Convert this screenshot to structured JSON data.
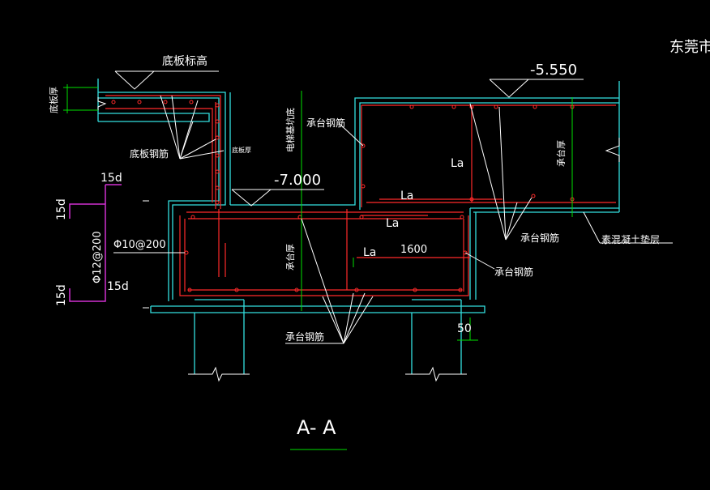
{
  "colors": {
    "background": "#000000",
    "text": "#ffffff",
    "outline_cyan": "#33e0e0",
    "rebar_red": "#ff2a2a",
    "dimension_green": "#00e000",
    "leader_white": "#ffffff",
    "bracket_magenta": "#d030d0"
  },
  "labels": {
    "company_partial": "东莞市",
    "base_slab_elevation": "底板标高",
    "elevation_top": "-5.550",
    "slab_thickness": "底板厚",
    "pile_cap_bottom": "电梯基坑底",
    "cap_rebar_1": "承台钢筋",
    "la_1": "La",
    "base_slab_rebar": "底板钢筋",
    "slab_thickness_small": "底板厚",
    "cap_thickness_right": "承台厚",
    "elevation_mid": "-7.000",
    "la_2": "La",
    "la_3": "La",
    "dim_15d_top": "15d",
    "dim_15d_left_top": "15d",
    "rebar_spec_side": "Φ10@200",
    "la_4": "La",
    "dim_1600": "1600",
    "rebar_spec_vertical": "Φ12@200",
    "dim_15d_mid": "15d",
    "dim_15d_left_bottom": "15d",
    "cap_thickness_left": "承台厚",
    "cap_rebar_2": "承台钢筋",
    "cap_rebar_3": "承台钢筋",
    "plain_concrete_cushion": "素混凝土垫层",
    "dim_50": "50",
    "cap_rebar_4": "承台钢筋",
    "section_title": "A- A"
  }
}
